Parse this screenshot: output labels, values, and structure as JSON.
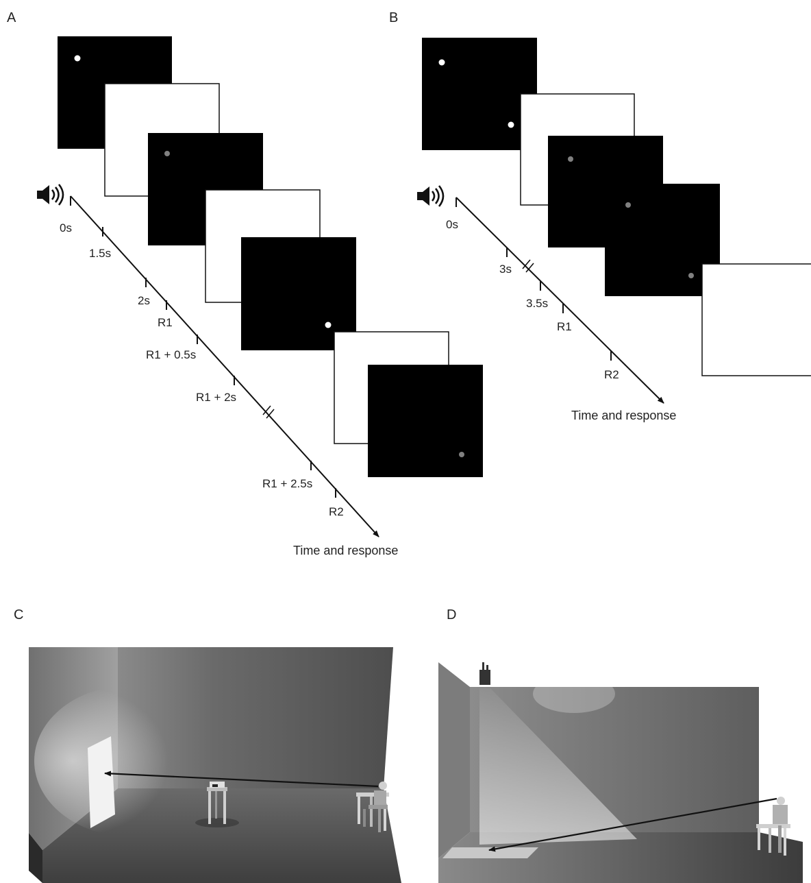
{
  "panels": {
    "a": {
      "letter": "A",
      "ticks": [
        "0s",
        "1.5s",
        "2s",
        "R1",
        "R1 + 0.5s",
        "R1 + 2s",
        "R1 + 2.5s",
        "R2"
      ],
      "axis_caption": "Time and response",
      "screens": [
        {
          "kind": "dark",
          "dot": "bright"
        },
        {
          "kind": "blank",
          "dot": "none"
        },
        {
          "kind": "dark",
          "dot": "dim"
        },
        {
          "kind": "blank",
          "dot": "none"
        },
        {
          "kind": "dark",
          "dot": "bright"
        },
        {
          "kind": "blank",
          "dot": "none"
        },
        {
          "kind": "dark",
          "dot": "dim"
        }
      ]
    },
    "b": {
      "letter": "B",
      "ticks": [
        "0s",
        "3s",
        "3.5s",
        "R1",
        "R2"
      ],
      "axis_caption": "Time and response",
      "screens": [
        {
          "kind": "dark",
          "dot": "bright"
        },
        {
          "kind": "blank",
          "dot": "none"
        },
        {
          "kind": "dark",
          "dot": "dim"
        },
        {
          "kind": "dark",
          "dot": "dim"
        },
        {
          "kind": "blank",
          "dot": "none"
        }
      ]
    },
    "c": {
      "letter": "C"
    },
    "d": {
      "letter": "D"
    }
  },
  "icons": [
    "speaker-icon"
  ],
  "colors": {
    "screen_dark": "#000000",
    "screen_blank": "#ffffff",
    "dot_bright": "#ffffff",
    "dot_dim": "#808080",
    "room_wall": "#6e6e6e",
    "room_floor": "#4a4a4a"
  }
}
